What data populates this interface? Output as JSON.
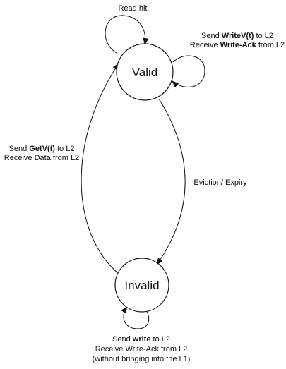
{
  "states": {
    "valid": {
      "label": "Valid"
    },
    "invalid": {
      "label": "Invalid"
    }
  },
  "transitions": {
    "read_hit": {
      "text": "Read hit"
    },
    "write_on_valid": {
      "line1_prefix": "Send ",
      "line1_bold": "WriteV(t)",
      "line1_suffix": " to L2",
      "line2_prefix": "Receive ",
      "line2_bold": "Write-Ack",
      "line2_suffix": " from L2"
    },
    "getv": {
      "line1_prefix": "Send ",
      "line1_bold": "GetV(t)",
      "line1_suffix": " to L2",
      "line2": "Receive Data from L2"
    },
    "eviction": {
      "text": "Eviction/ Expiry"
    },
    "write_on_invalid": {
      "line1_prefix": "Send ",
      "line1_bold": "write",
      "line1_suffix": " to L2",
      "line2": "Receive Write-Ack from L2",
      "line3": "(without bringing into the L1)"
    }
  },
  "colors": {
    "stroke": "#111111",
    "background": "#ffffff"
  }
}
